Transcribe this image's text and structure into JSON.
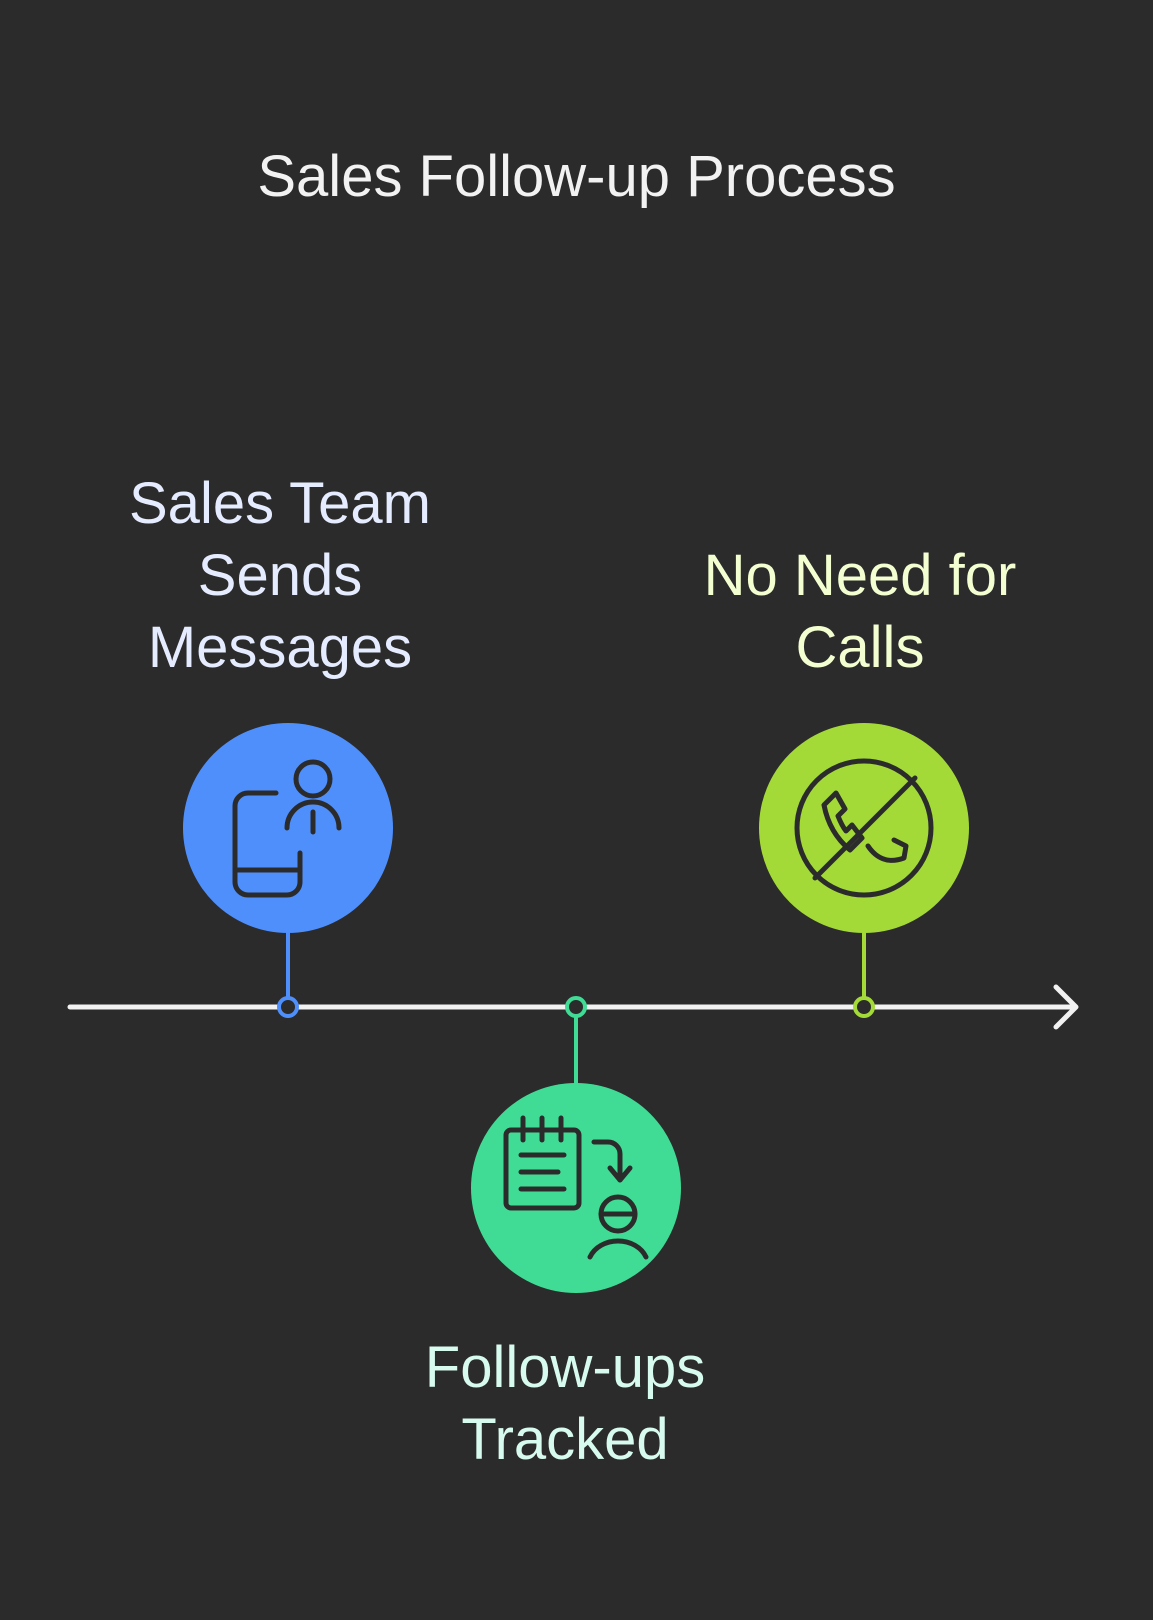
{
  "title": "Sales Follow-up Process",
  "steps": [
    {
      "label": "Sales Team\nSends\nMessages",
      "icon": "phone-person-icon",
      "color": "#4f8ffc",
      "position": "above"
    },
    {
      "label": "Follow-ups\nTracked",
      "icon": "notepad-person-icon",
      "color": "#40dc95",
      "position": "below"
    },
    {
      "label": "No Need for\nCalls",
      "icon": "no-phone-icon",
      "color": "#a4da38",
      "position": "above"
    }
  ],
  "colors": {
    "background": "#2b2b2b",
    "axis": "#f2f2f2",
    "icon_stroke": "#2b2b2b"
  }
}
